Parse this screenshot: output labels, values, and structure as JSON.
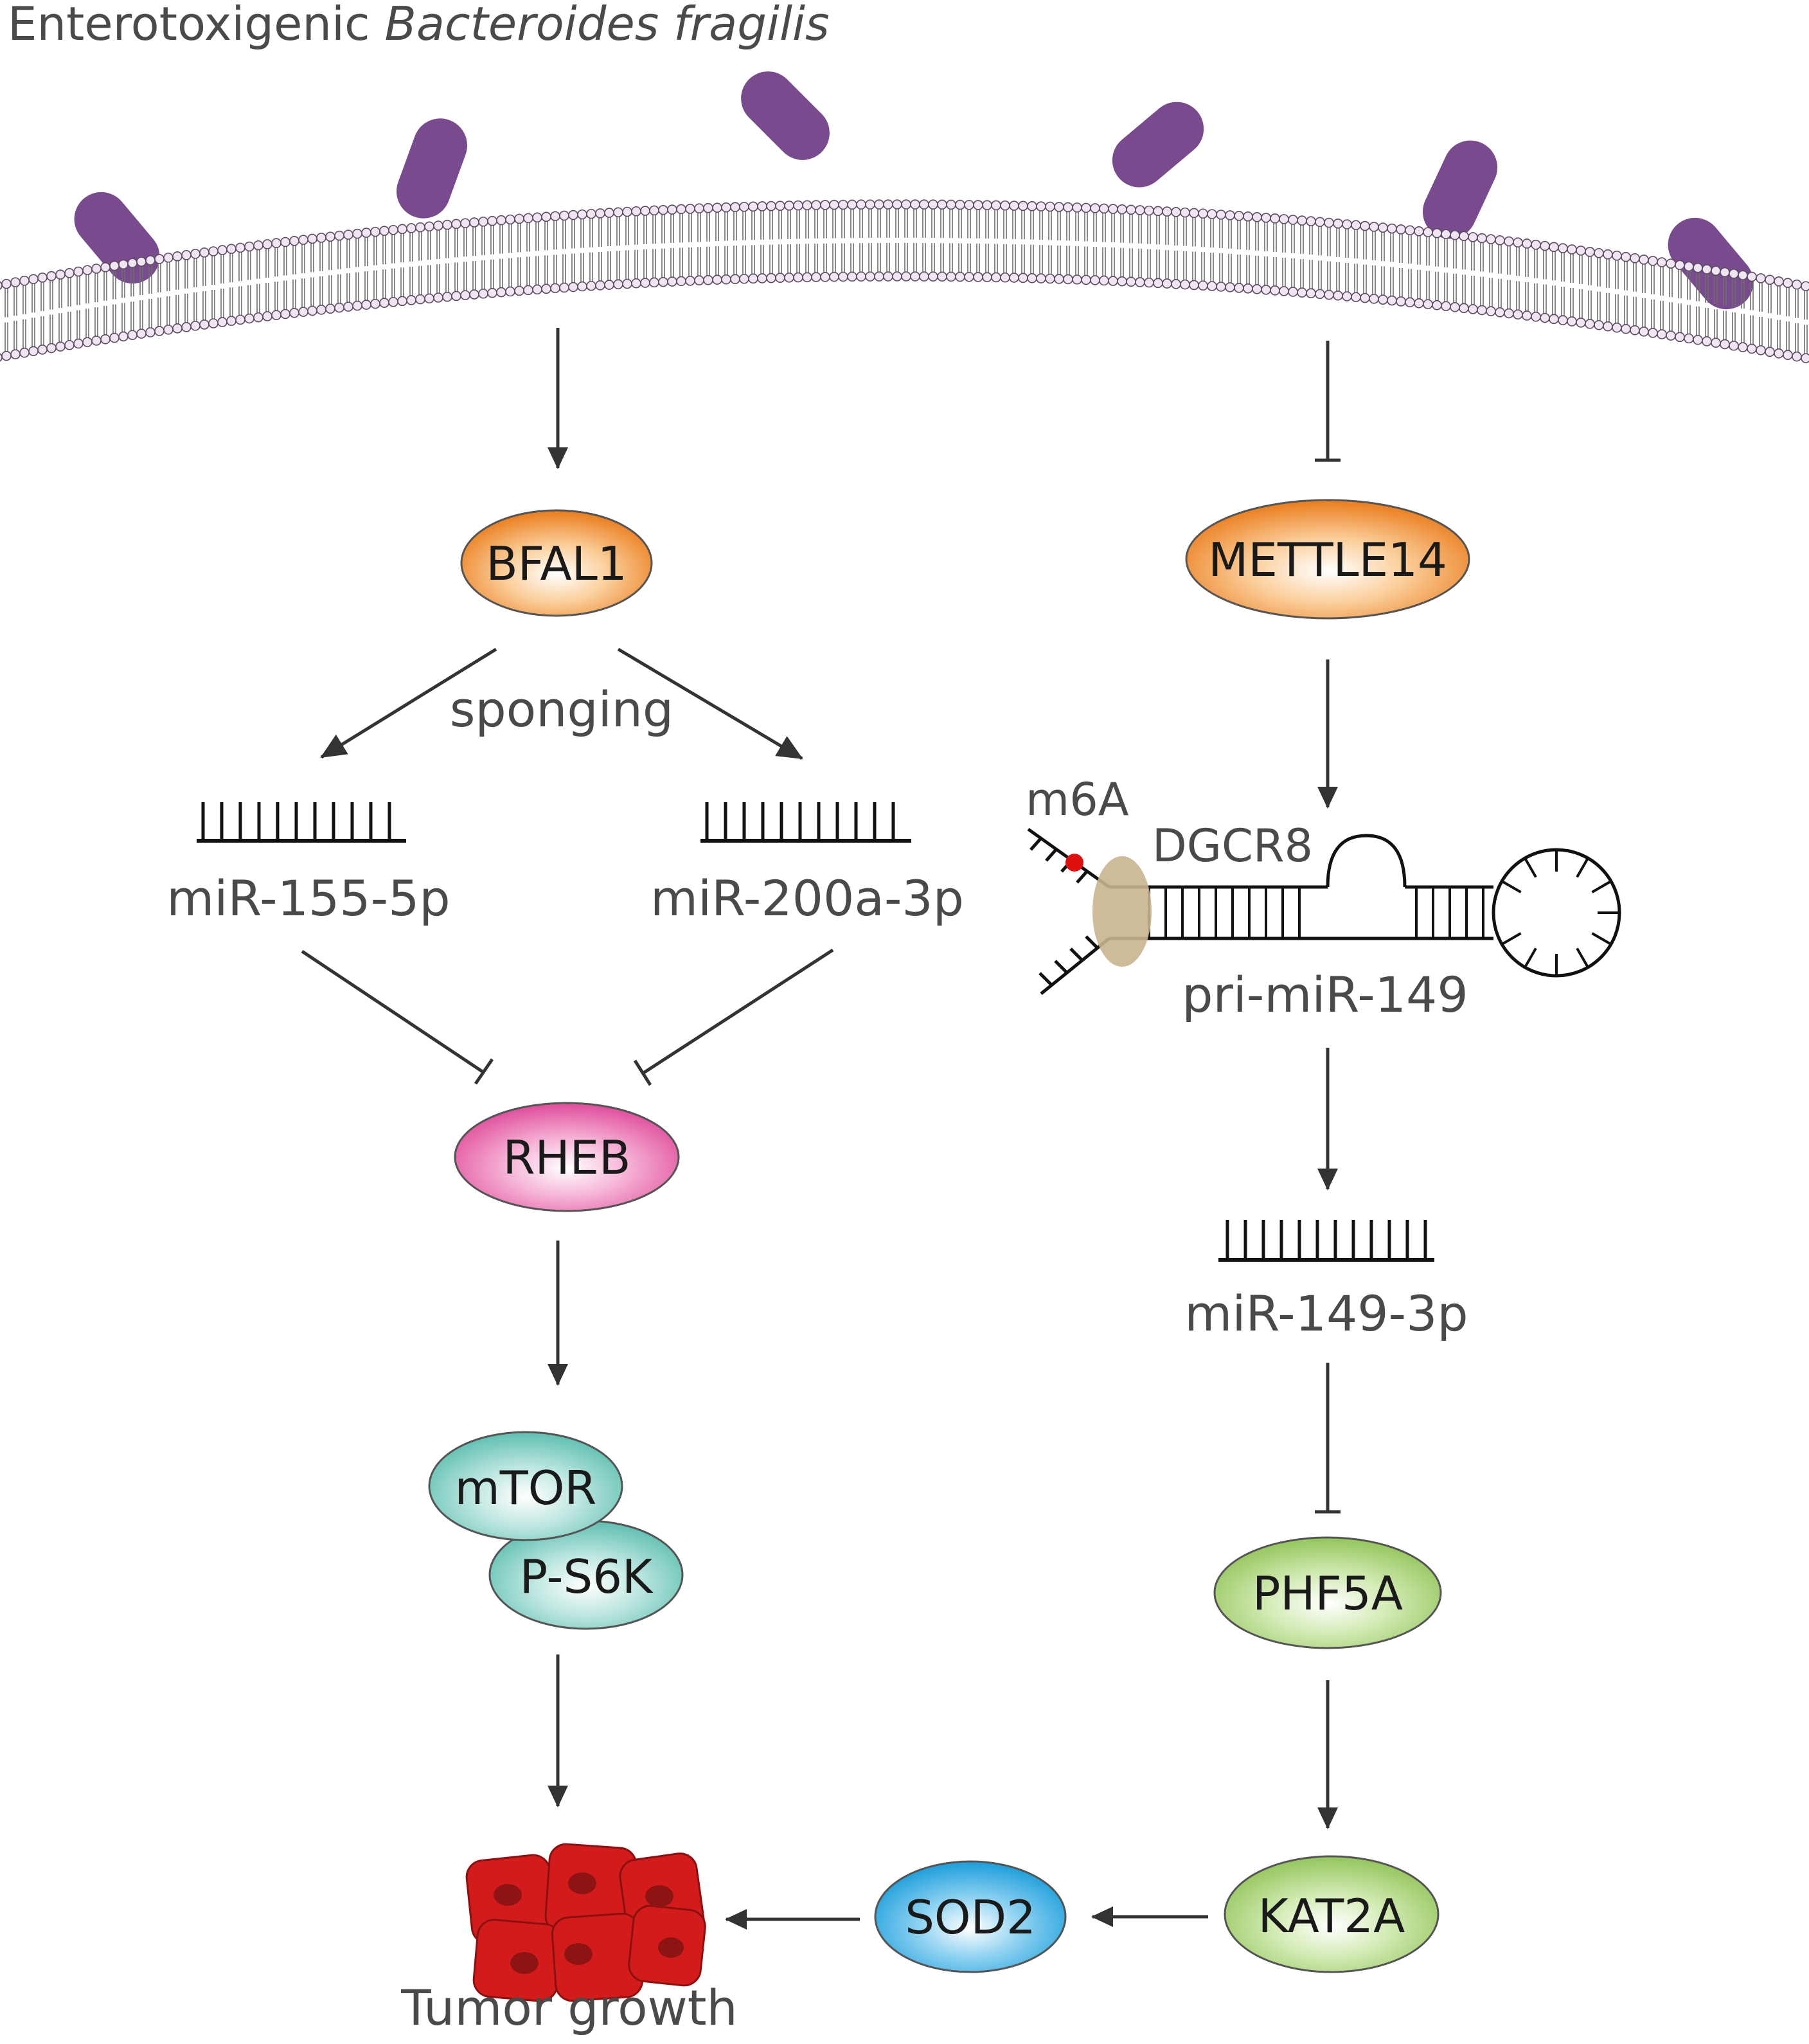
{
  "title": {
    "prefix": "Enterotoxigenic ",
    "species": "Bacteroides fragilis"
  },
  "nodes": {
    "bfal1": "BFAL1",
    "mettl14": "METTLE14",
    "rheb": "RHEB",
    "mtor": "mTOR",
    "ps6k": "P-S6K",
    "phf5a": "PHF5A",
    "kat2a": "KAT2A",
    "sod2": "SOD2"
  },
  "labels": {
    "sponging": "sponging",
    "mir155": "miR-155-5p",
    "mir200a": "miR-200a-3p",
    "m6a": "m6A",
    "dgcr8": "DGCR8",
    "pri_mir149": "pri-miR-149",
    "mir149": "miR-149-3p",
    "tumor": "Tumor growth"
  },
  "colors": {
    "bacteria": "#7a4a8e",
    "membrane_head": "#efe6f2",
    "orange_node": "#ef8a2c",
    "pink_node": "#e85aa6",
    "teal_node": "#6ec9bd",
    "green_node": "#a2cf6e",
    "blue_node": "#2aa7e2",
    "tumor_cell": "#d41b1b",
    "dgcr8": "#c9b48f",
    "m6a_dot": "#e01010"
  }
}
